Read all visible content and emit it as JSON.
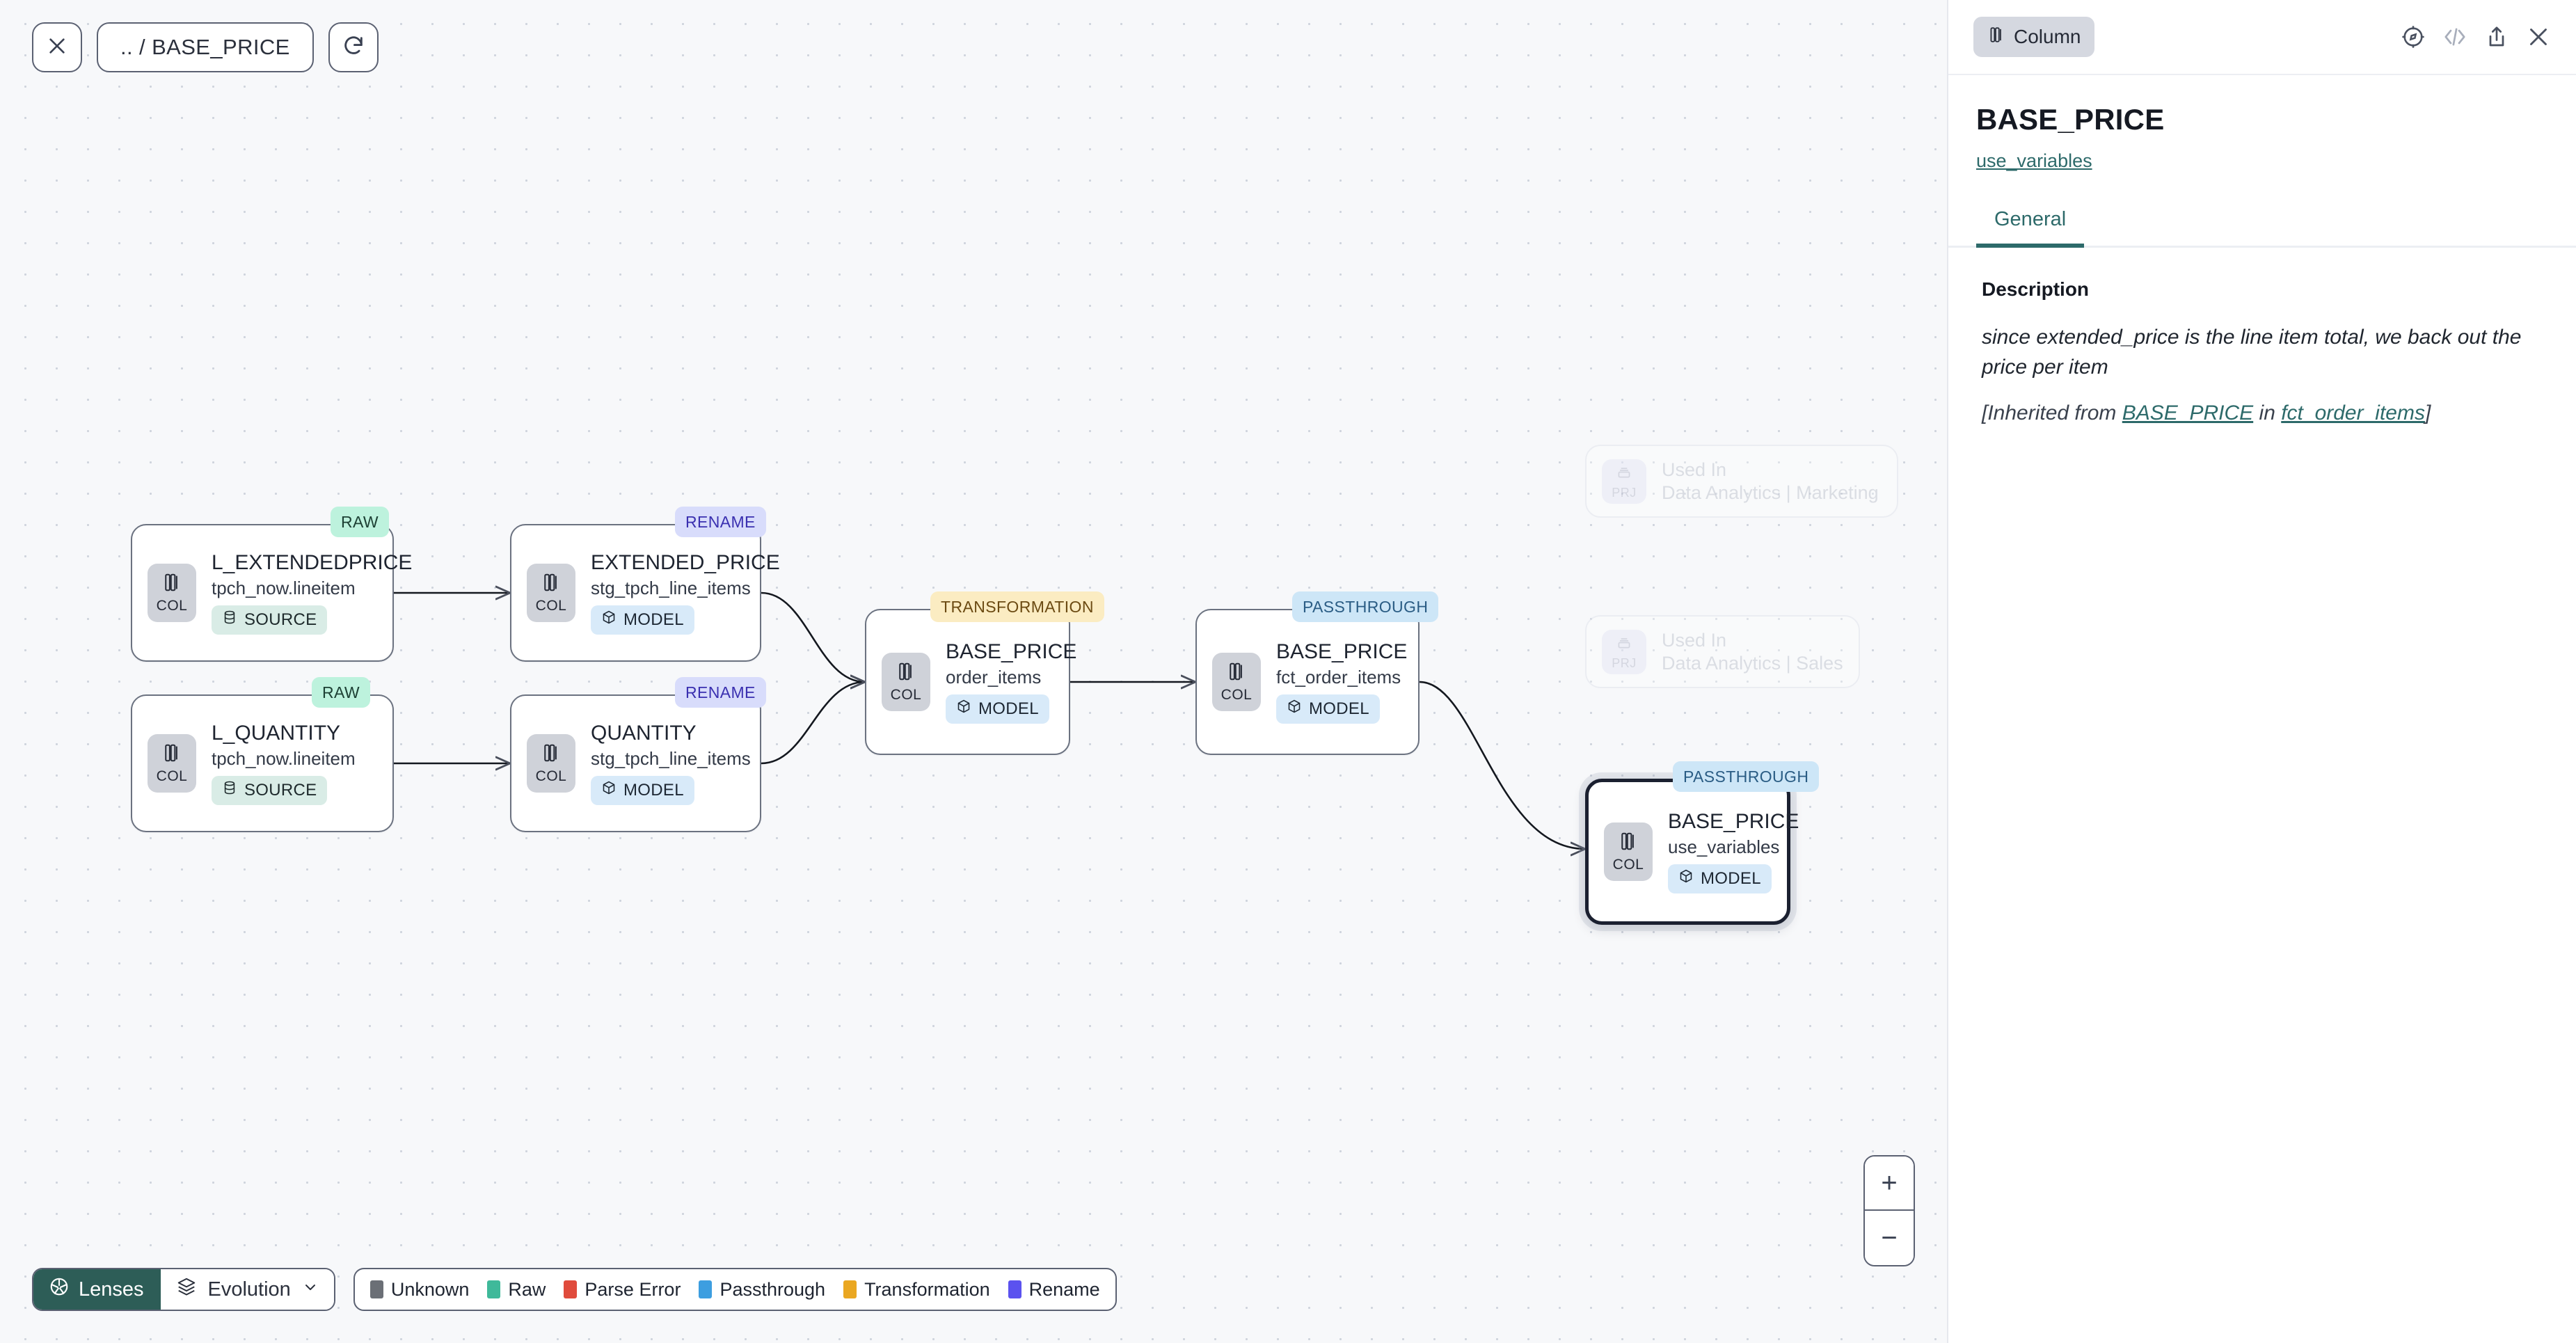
{
  "toolbar": {
    "close_icon": "close-icon",
    "breadcrumb": ".. / BASE_PRICE",
    "refresh_icon": "refresh-icon"
  },
  "panel": {
    "kind_badge": "Column",
    "kind_icon": "column-icon",
    "actions": [
      {
        "name": "explore-icon",
        "label": "Explore"
      },
      {
        "name": "code-icon",
        "label": "Code"
      },
      {
        "name": "share-icon",
        "label": "Share"
      },
      {
        "name": "close-icon",
        "label": "Close"
      }
    ],
    "title": "BASE_PRICE",
    "subtitle_link": "use_variables",
    "tabs": [
      {
        "label": "General",
        "active": true
      }
    ],
    "description_heading": "Description",
    "description_text": "since extended_price is the line item total, we back out the price per item",
    "inherited_prefix": "[Inherited from ",
    "inherited_column": "BASE_PRICE",
    "inherited_mid": " in ",
    "inherited_model": "fct_order_items",
    "inherited_suffix": "]"
  },
  "graph": {
    "nodes": [
      {
        "id": "n1",
        "badge": "RAW",
        "badge_kind": "raw",
        "chip": "COL",
        "chip_icon": "column-icon",
        "title": "L_EXTENDEDPRICE",
        "subtitle": "tpch_now.lineitem",
        "pill": "SOURCE",
        "pill_kind": "source",
        "pill_icon": "database-icon",
        "selected": false
      },
      {
        "id": "n2",
        "badge": "RAW",
        "badge_kind": "raw",
        "chip": "COL",
        "chip_icon": "column-icon",
        "title": "L_QUANTITY",
        "subtitle": "tpch_now.lineitem",
        "pill": "SOURCE",
        "pill_kind": "source",
        "pill_icon": "database-icon",
        "selected": false
      },
      {
        "id": "n3",
        "badge": "RENAME",
        "badge_kind": "ren",
        "chip": "COL",
        "chip_icon": "column-icon",
        "title": "EXTENDED_PRICE",
        "subtitle": "stg_tpch_line_items",
        "pill": "MODEL",
        "pill_kind": "model",
        "pill_icon": "cube-icon",
        "selected": false
      },
      {
        "id": "n4",
        "badge": "RENAME",
        "badge_kind": "ren",
        "chip": "COL",
        "chip_icon": "column-icon",
        "title": "QUANTITY",
        "subtitle": "stg_tpch_line_items",
        "pill": "MODEL",
        "pill_kind": "model",
        "pill_icon": "cube-icon",
        "selected": false
      },
      {
        "id": "n5",
        "badge": "TRANSFORMATION",
        "badge_kind": "trans",
        "chip": "COL",
        "chip_icon": "column-icon",
        "title": "BASE_PRICE",
        "subtitle": "order_items",
        "pill": "MODEL",
        "pill_kind": "model",
        "pill_icon": "cube-icon",
        "selected": false
      },
      {
        "id": "n6",
        "badge": "PASSTHROUGH",
        "badge_kind": "pass",
        "chip": "COL",
        "chip_icon": "column-icon",
        "title": "BASE_PRICE",
        "subtitle": "fct_order_items",
        "pill": "MODEL",
        "pill_kind": "model",
        "pill_icon": "cube-icon",
        "selected": false
      },
      {
        "id": "n7",
        "badge": "PASSTHROUGH",
        "badge_kind": "pass",
        "chip": "COL",
        "chip_icon": "column-icon",
        "title": "BASE_PRICE",
        "subtitle": "use_variables",
        "pill": "MODEL",
        "pill_kind": "model",
        "pill_icon": "cube-icon",
        "selected": true
      }
    ],
    "ghost_nodes": [
      {
        "id": "g1",
        "chip": "PRJ",
        "chip_icon": "project-icon",
        "title": "Used In",
        "subtitle": "Data Analytics | Marketing"
      },
      {
        "id": "g2",
        "chip": "PRJ",
        "chip_icon": "project-icon",
        "title": "Used In",
        "subtitle": "Data Analytics | Sales"
      }
    ]
  },
  "bottom": {
    "lenses_label": "Lenses",
    "lenses_icon": "aperture-icon",
    "evolution_label": "Evolution",
    "evolution_icon": "layers-icon",
    "evolution_chevron": "chevron-down-icon",
    "legend": [
      {
        "label": "Unknown",
        "color": "#6b6f76"
      },
      {
        "label": "Raw",
        "color": "#3fb99a"
      },
      {
        "label": "Parse Error",
        "color": "#e04b3c"
      },
      {
        "label": "Passthrough",
        "color": "#3d9ee0"
      },
      {
        "label": "Transformation",
        "color": "#eaa721"
      },
      {
        "label": "Rename",
        "color": "#5b52ef"
      }
    ]
  },
  "zoom_controls": {
    "zoom_in": "+",
    "zoom_out": "−"
  }
}
